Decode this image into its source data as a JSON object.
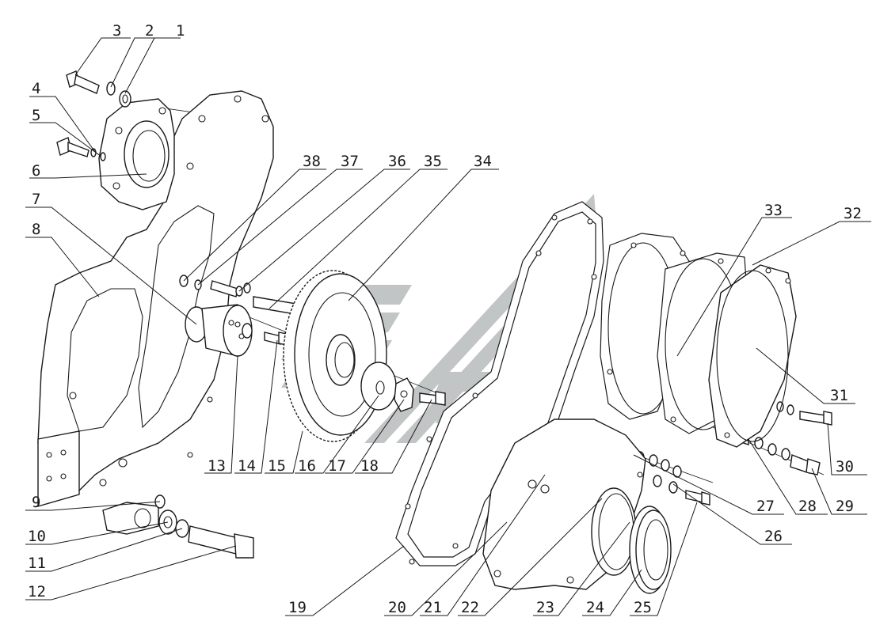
{
  "watermark": {
    "color": "#b8bcbc"
  },
  "line_color": "#1a1a1a",
  "background": "#ffffff",
  "callouts": [
    "1",
    "2",
    "3",
    "4",
    "5",
    "6",
    "7",
    "8",
    "9",
    "10",
    "11",
    "12",
    "13",
    "14",
    "15",
    "16",
    "17",
    "18",
    "19",
    "20",
    "21",
    "22",
    "23",
    "24",
    "25",
    "26",
    "27",
    "28",
    "29",
    "30",
    "31",
    "32",
    "33",
    "34",
    "35",
    "36",
    "37",
    "38"
  ]
}
